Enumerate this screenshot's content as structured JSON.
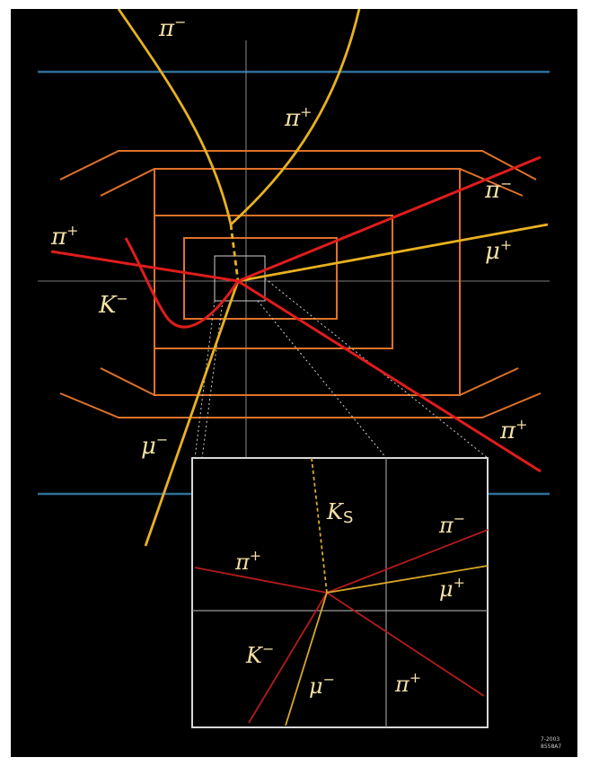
{
  "labels": {
    "pi_minus_top": {
      "base": "π",
      "sup": "−"
    },
    "pi_plus_top": {
      "base": "π",
      "sup": "+"
    },
    "pi_minus_right": {
      "base": "π",
      "sup": "−"
    },
    "pi_plus_left": {
      "base": "π",
      "sup": "+"
    },
    "mu_plus": {
      "base": "μ",
      "sup": "+"
    },
    "k_minus": {
      "base": "K",
      "sup": "−"
    },
    "mu_minus": {
      "base": "μ",
      "sup": "−"
    },
    "pi_plus_right": {
      "base": "π",
      "sup": "+"
    }
  },
  "inset_labels": {
    "k_s": {
      "base": "K",
      "sub": "S"
    },
    "pi_minus": {
      "base": "π",
      "sup": "−"
    },
    "pi_plus_left": {
      "base": "π",
      "sup": "+"
    },
    "mu_plus": {
      "base": "μ",
      "sup": "+"
    },
    "k_minus": {
      "base": "K",
      "sup": "−"
    },
    "mu_minus": {
      "base": "μ",
      "sup": "−"
    },
    "pi_plus_right": {
      "base": "π",
      "sup": "+"
    }
  },
  "stamp": {
    "line1": "7-2003",
    "line2": "8558A7"
  },
  "colors": {
    "background": "#000000",
    "red_track": "#e01c1c",
    "yellow_track": "#e8b21f",
    "detector_orange": "#e0722a",
    "beam_blue": "#2f6f9a",
    "axis_gray": "#8a8a8a",
    "label": "#f3e1a6"
  }
}
